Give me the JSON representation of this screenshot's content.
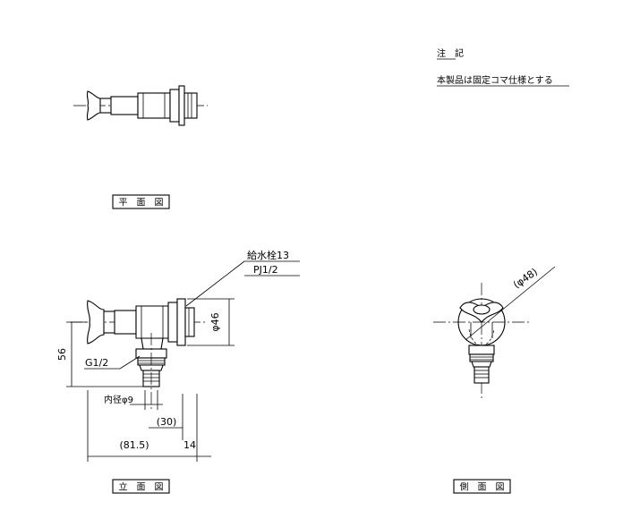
{
  "notes": {
    "heading": "注　記",
    "body": "本製品は固定コマ仕様とする"
  },
  "views": {
    "plan": "平　面　図",
    "front": "立　面　図",
    "side": "側　面　図"
  },
  "callouts": {
    "connection_line1": "給水栓13",
    "connection_line2": "PJ1/2",
    "flange_diameter": "φ46",
    "hose_thread": "G1/2",
    "inner_diameter": "内径φ9",
    "height": "56",
    "dim_30": "(30)",
    "dim_81_5": "(81.5)",
    "dim_14": "14",
    "side_diameter": "(φ48)"
  }
}
